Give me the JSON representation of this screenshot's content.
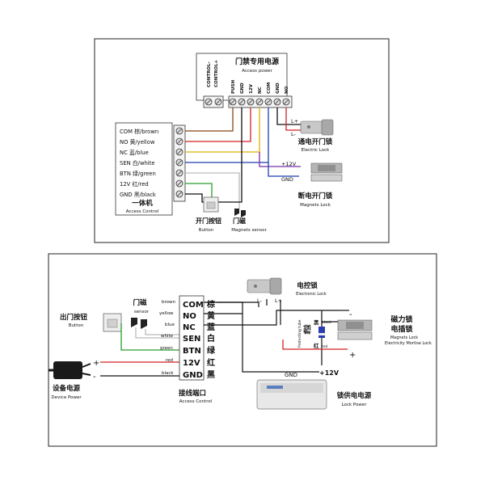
{
  "panel1": {
    "access_power": {
      "title_cn": "门禁专用电源",
      "title_en": "Access power"
    },
    "power_terminals": [
      "CONTROL-",
      "CONTROL+"
    ],
    "output_terminals": [
      "PUSH",
      "GND",
      "12V",
      "NC",
      "COM",
      "GND",
      "NO"
    ],
    "wire_labels": [
      "COM 棕/brown",
      "NO  黄/yellow",
      "NC  蓝/blue",
      "SEN 白/white",
      "BTN 绿/green",
      "12V  红/red",
      "GND 黑/black"
    ],
    "all_in_one": {
      "cn": "一体机",
      "en": "Access Control"
    },
    "button": {
      "cn": "开门按钮",
      "en": "Button"
    },
    "magnet_sensor": {
      "cn": "门磁",
      "en": "Magnets sensor"
    },
    "electric_lock": {
      "cn": "通电开门锁",
      "en": "Electric Lock"
    },
    "magnet_lock": {
      "cn": "断电开门锁",
      "en": "Magnets  Lock"
    },
    "lplus": "L+",
    "lminus": "L-",
    "v12": "+12V",
    "gnd": "GND"
  },
  "panel2": {
    "exit_button": {
      "cn": "出门按钮",
      "en": "Button"
    },
    "door_sensor": {
      "cn": "门磁",
      "en": "sensor"
    },
    "device_power": {
      "cn": "设备电源",
      "en": "Device Power"
    },
    "plus": "+",
    "minus": "-",
    "terminals": [
      {
        "color": "brown",
        "label": "COM",
        "cn": "棕"
      },
      {
        "color": "yellow",
        "label": "NO",
        "cn": "黄"
      },
      {
        "color": "blue",
        "label": "NC",
        "cn": "蓝"
      },
      {
        "color": "white",
        "label": "SEN",
        "cn": "白"
      },
      {
        "color": "green",
        "label": "BTN",
        "cn": "绿"
      },
      {
        "color": "red",
        "label": "12V",
        "cn": "红"
      },
      {
        "color": "black",
        "label": "GND",
        "cn": "黑"
      }
    ],
    "terminal_block": {
      "cn": "接线端口",
      "en": "Access Control"
    },
    "electronic_lock": {
      "cn": "电控锁",
      "en": "Electronic Lock"
    },
    "lminus": "L-",
    "lplus": "L+",
    "protection_tube": {
      "cn": "保护管",
      "en": "Protecting tube"
    },
    "tube_black": "黑",
    "tube_black_en": "black",
    "tube_red": "红",
    "tube_red_en": "red",
    "magnet_lock": {
      "cn1": "磁力锁",
      "cn2": "电插锁",
      "en1": "Magnets Lock",
      "en2": "Electricity Mortise Lock"
    },
    "gnd": "GND",
    "v12": "+12V",
    "lock_power": {
      "cn": "锁供电电源",
      "en": "Lock Power"
    }
  },
  "colors": {
    "brown": "#8b4513",
    "yellow": "#e0b000",
    "blue": "#1e3fb0",
    "white": "#bbbbbb",
    "green": "#2a9d2a",
    "red": "#d42020",
    "black": "#111111",
    "purple": "#7a2ea8"
  }
}
